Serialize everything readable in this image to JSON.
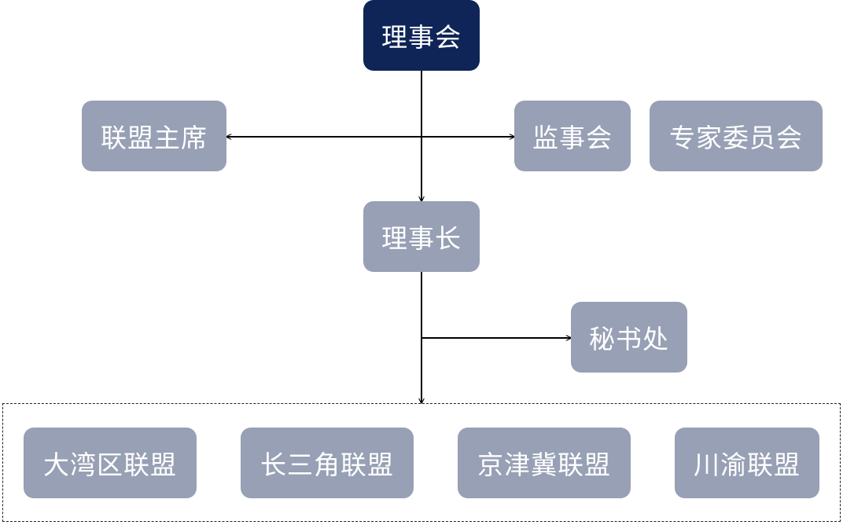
{
  "nodes": {
    "board": "理事会",
    "chair": "联盟主席",
    "supervisory": "监事会",
    "expert": "专家委员会",
    "president": "理事长",
    "secretariat": "秘书处"
  },
  "alliances": [
    "大湾区联盟",
    "长三角联盟",
    "京津冀联盟",
    "川渝联盟"
  ],
  "colors": {
    "primary": "#0f2557",
    "secondary": "#97a0b4",
    "line": "#000000"
  }
}
